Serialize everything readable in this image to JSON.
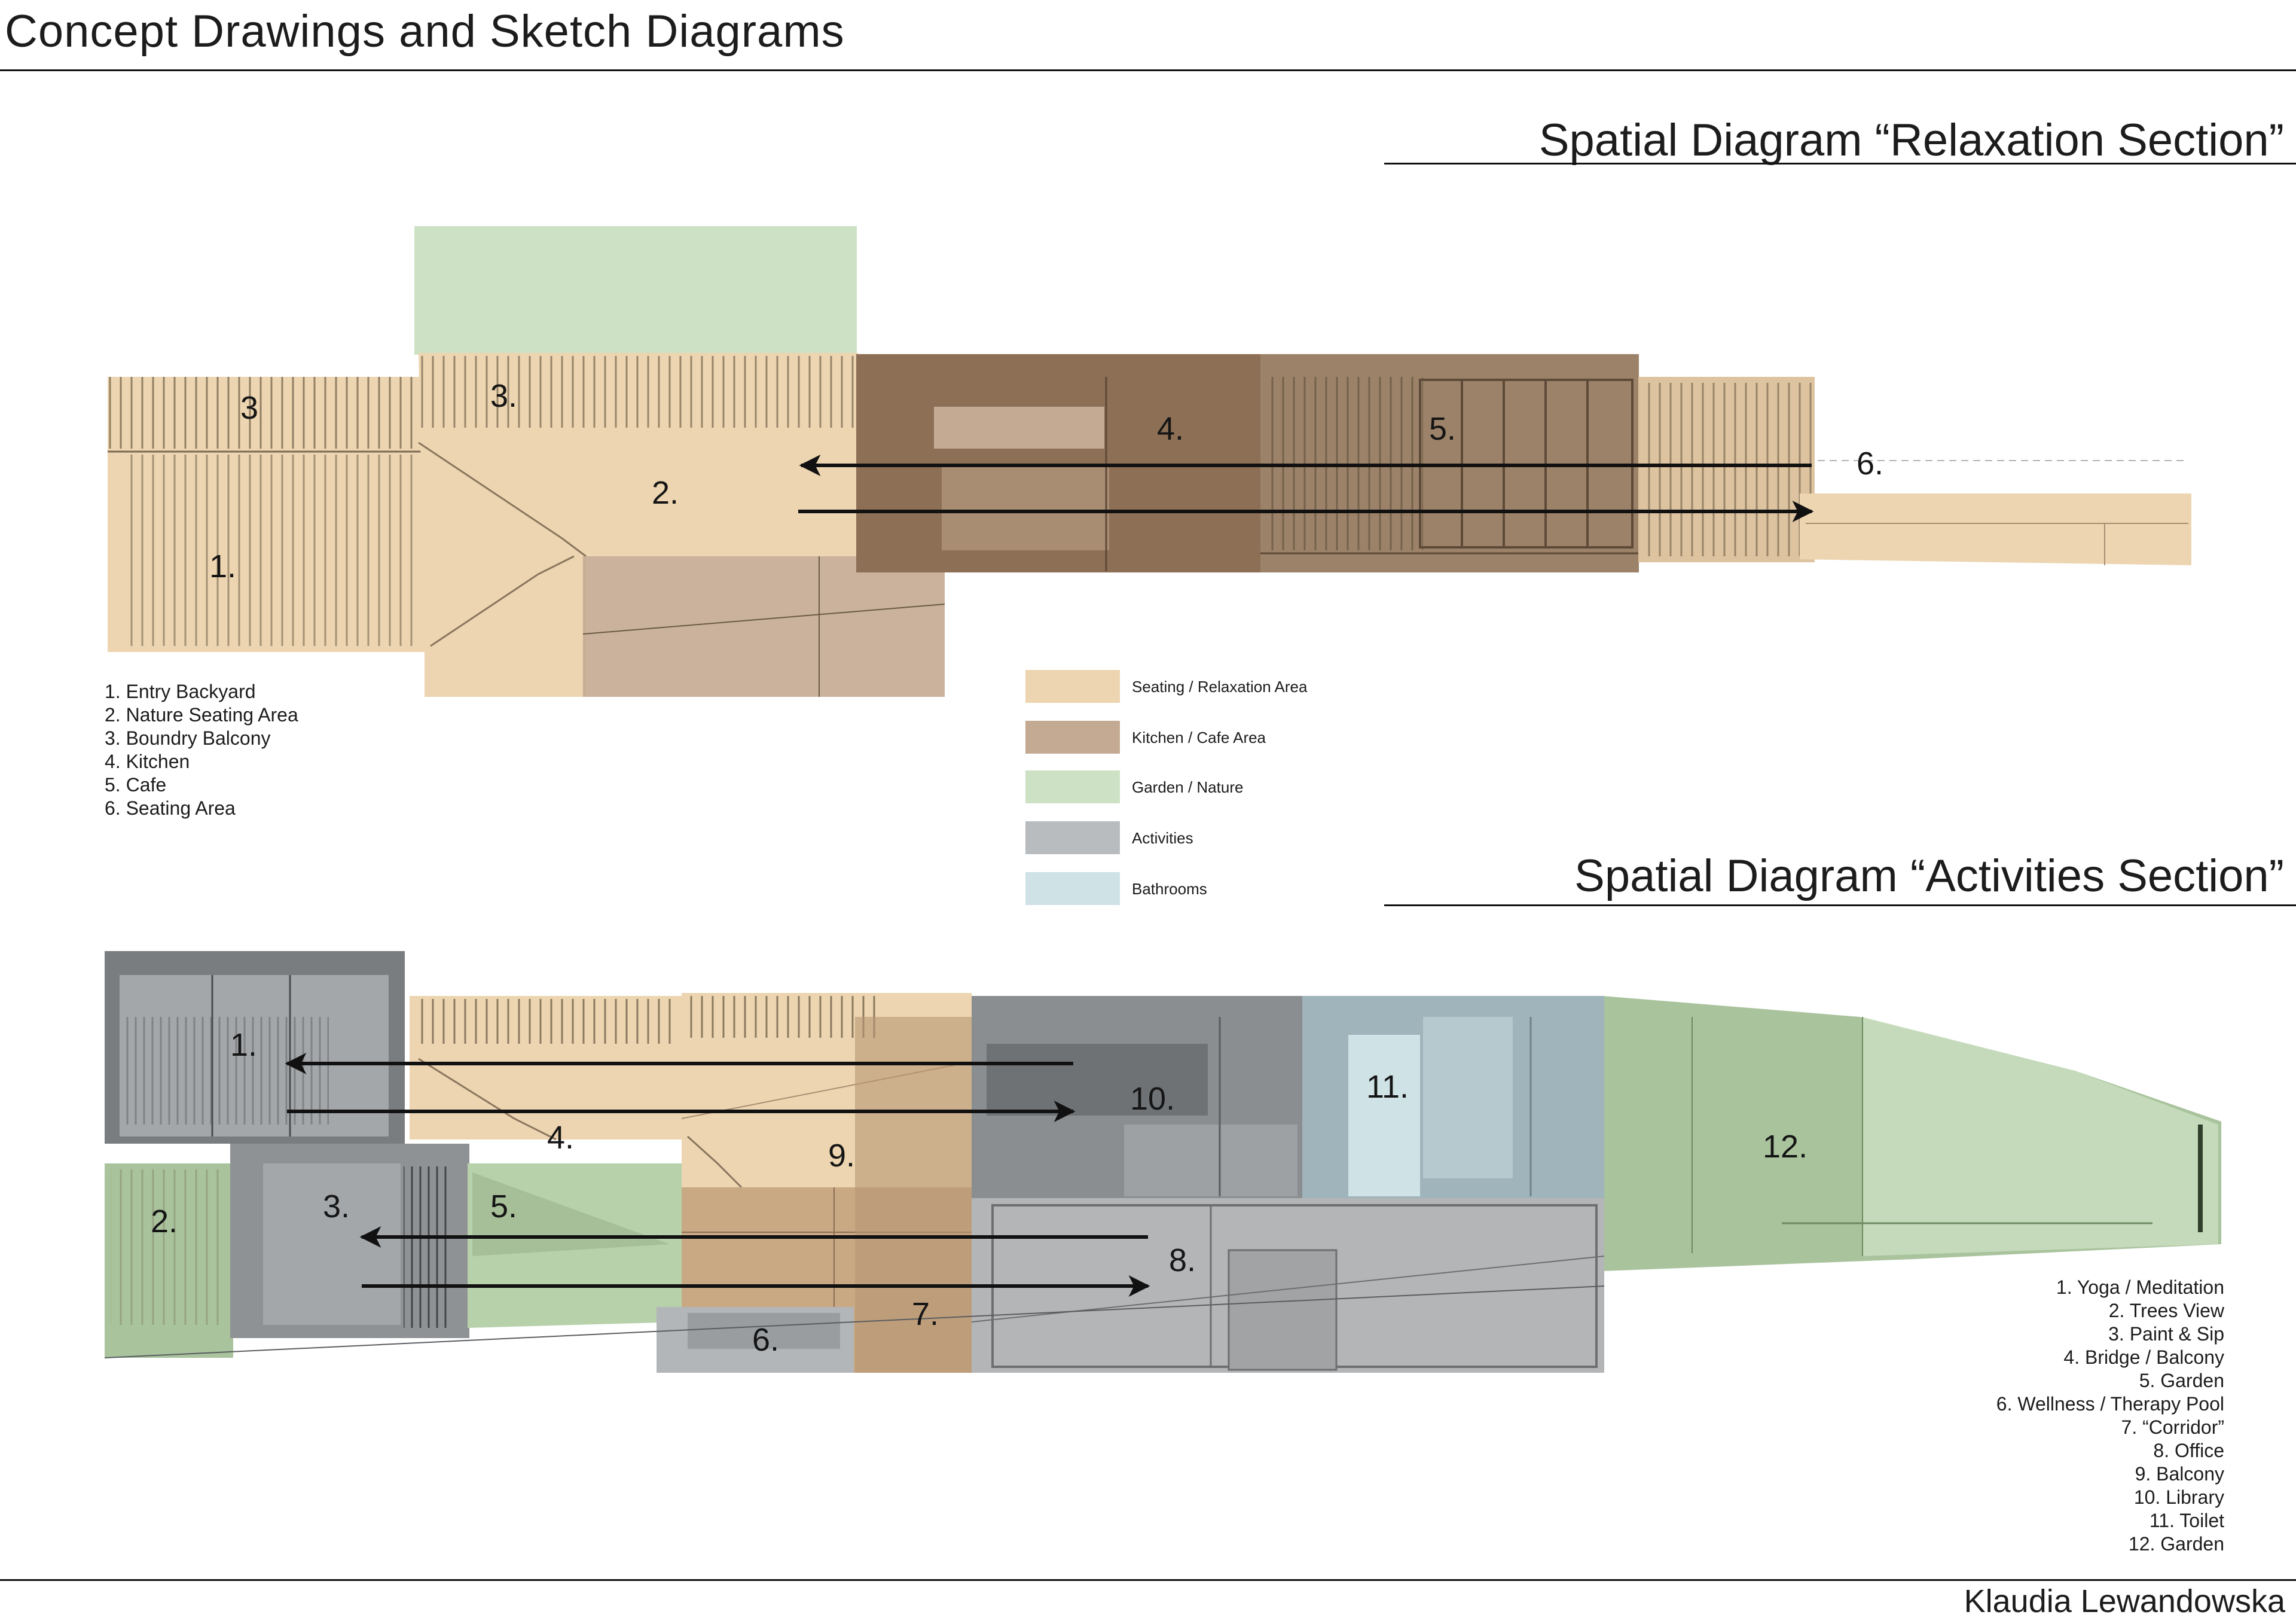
{
  "page_title": "Concept Drawings and Sketch Diagrams",
  "author": "Klaudia Lewandowska",
  "relaxation": {
    "title": "Spatial Diagram “Relaxation Section”",
    "labels": [
      "1.",
      "2.",
      "3",
      "3.",
      "4.",
      "5.",
      "6."
    ],
    "legend": [
      "1. Entry Backyard",
      "2. Nature Seating Area",
      "3. Boundry Balcony",
      "4. Kitchen",
      "5. Cafe",
      "6. Seating Area"
    ]
  },
  "activities": {
    "title": "Spatial Diagram “Activities Section”",
    "labels": [
      "1.",
      "2.",
      "3.",
      "4.",
      "5.",
      "6.",
      "7.",
      "8.",
      "9.",
      "10.",
      "11.",
      "12."
    ],
    "legend": [
      "1. Yoga / Meditation",
      "2. Trees View",
      "3. Paint & Sip",
      "4. Bridge / Balcony",
      "5. Garden",
      "6. Wellness / Therapy Pool",
      "7. “Corridor”",
      "8. Office",
      "9. Balcony",
      "10. Library",
      "11. Toilet",
      "12. Garden"
    ]
  },
  "key": [
    {
      "label": "Seating / Relaxation Area",
      "color": "#ecd5b0"
    },
    {
      "label": "Kitchen / Cafe Area",
      "color": "#c4aa92"
    },
    {
      "label": "Garden / Nature",
      "color": "#cde2c4"
    },
    {
      "label": "Activities",
      "color": "#b8bcbf"
    },
    {
      "label": "Bathrooms",
      "color": "#cfe2e6"
    }
  ]
}
